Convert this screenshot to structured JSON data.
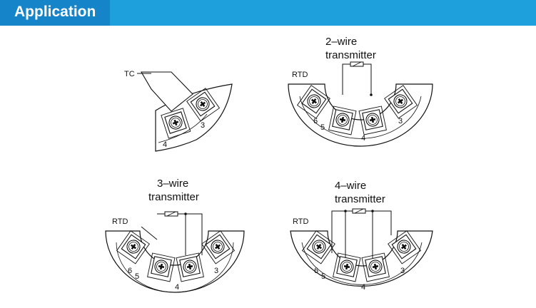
{
  "header": {
    "title": "Application",
    "bar_color": "#1ea0dc",
    "tab_color": "#1684c9"
  },
  "diagrams": {
    "tc": {
      "sensor_label": "TC",
      "terminal_a": "4",
      "terminal_b": "3"
    },
    "two_wire": {
      "title_line1": "2–wire",
      "title_line2": "transmitter",
      "sensor_label": "RTD",
      "t6": "6",
      "t5": "5",
      "t4": "4",
      "t3": "3"
    },
    "three_wire": {
      "title_line1": "3–wire",
      "title_line2": "transmitter",
      "sensor_label": "RTD",
      "t6": "6",
      "t5": "5",
      "t4": "4",
      "t3": "3"
    },
    "four_wire": {
      "title_line1": "4–wire",
      "title_line2": "transmitter",
      "sensor_label": "RTD",
      "t6": "6",
      "t5": "5",
      "t4": "4",
      "t3": "3"
    }
  }
}
